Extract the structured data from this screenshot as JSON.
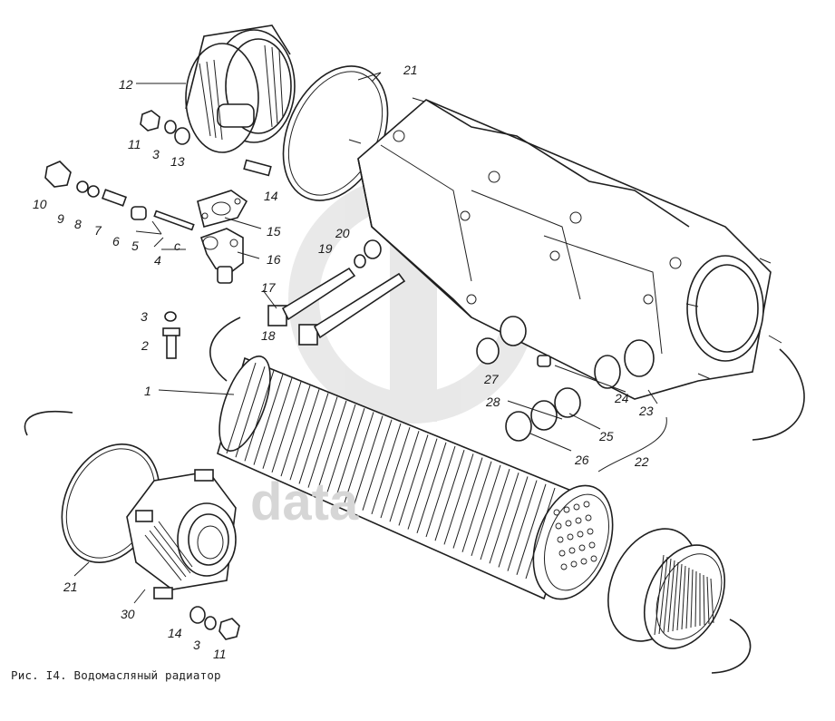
{
  "watermark": {
    "text": "data"
  },
  "caption": "Рис. I4. Водомасляный радиатор",
  "callouts": [
    "12",
    "11",
    "3",
    "13",
    "21",
    "10",
    "9",
    "8",
    "7",
    "6",
    "5",
    "4",
    "c",
    "14",
    "15",
    "16",
    "20",
    "19",
    "17",
    "18",
    "3",
    "2",
    "1",
    "27",
    "28",
    "24",
    "25",
    "23",
    "26",
    "22",
    "21",
    "30",
    "14",
    "3",
    "11"
  ]
}
